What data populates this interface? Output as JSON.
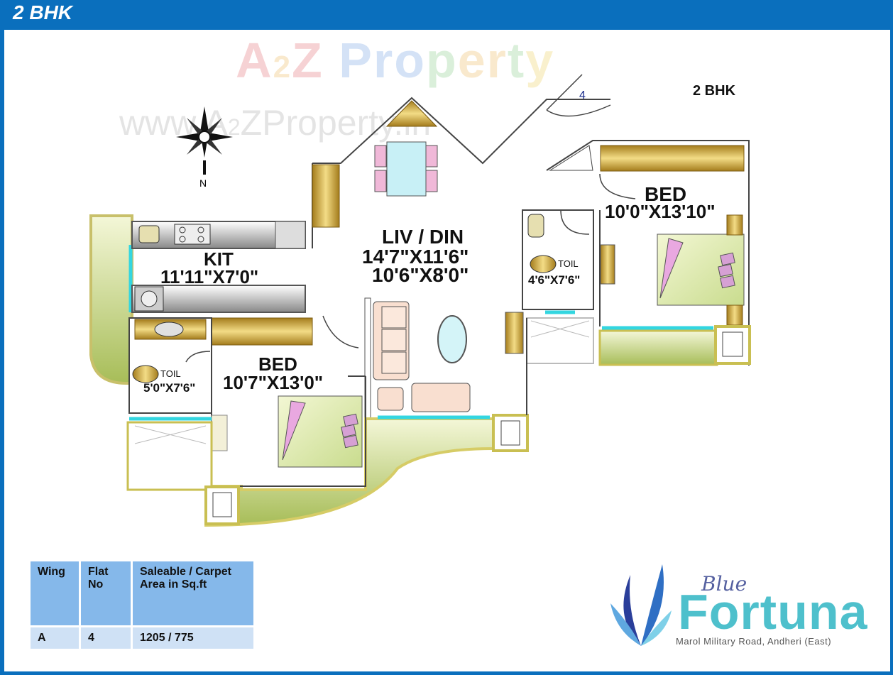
{
  "header": {
    "title": "2 BHK"
  },
  "plan": {
    "plan_title": "2 BHK",
    "flat_marker": "4",
    "north": "N",
    "rooms": {
      "kitchen": {
        "name": "KIT",
        "size": "11'11\"X7'0\""
      },
      "living": {
        "name": "LIV / DIN",
        "size1": "14'7\"X11'6\"",
        "size2": "10'6\"X8'0\""
      },
      "bed1": {
        "name": "BED",
        "size": "10'7\"X13'0\""
      },
      "bed2": {
        "name": "BED",
        "size": "10'0\"X13'10\""
      },
      "toilet1": {
        "name": "TOIL",
        "size": "5'0\"X7'6\""
      },
      "toilet2": {
        "name": "TOIL",
        "size": "4'6\"X7'6\""
      }
    },
    "watermark": {
      "line1": "A2Z Property",
      "line2": "www.A2ZProperty.in"
    }
  },
  "area_table": {
    "headers": [
      "Wing",
      "Flat\nNo",
      "Saleable / Carpet\nArea in Sq.ft"
    ],
    "rows": [
      [
        "A",
        "4",
        "1205 / 775"
      ]
    ]
  },
  "brand": {
    "name_script": "Blue",
    "name": "Fortuna",
    "address": "Marol Military Road, Andheri (East)"
  },
  "colors": {
    "header": "#0a6fbd",
    "table_head": "#85b8ea",
    "table_row": "#cfe1f5",
    "brand": "#4ec0cc"
  }
}
